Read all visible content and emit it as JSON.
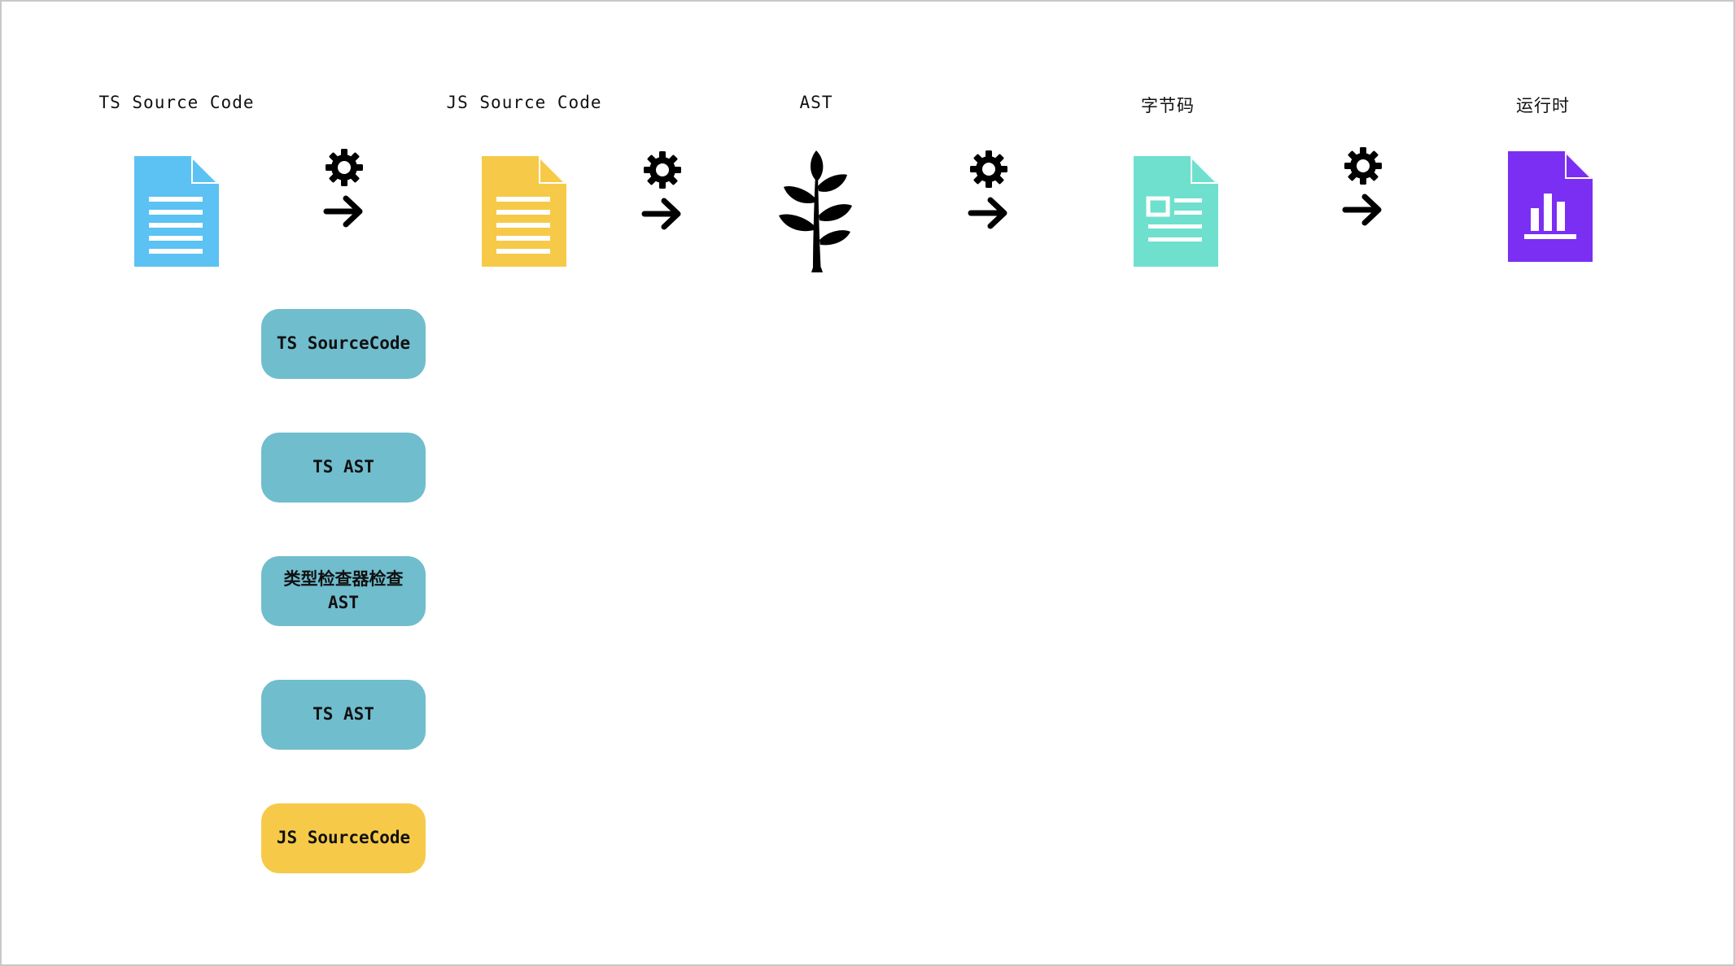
{
  "stages": [
    {
      "label": "TS Source Code",
      "icon": "blue-document-icon",
      "color": "#5BC2F3"
    },
    {
      "label": "JS Source Code",
      "icon": "yellow-document-icon",
      "color": "#F6CA48"
    },
    {
      "label": "AST",
      "icon": "tree-icon",
      "color": "#000000"
    },
    {
      "label": "字节码",
      "icon": "teal-document-icon",
      "color": "#6FE0CE"
    },
    {
      "label": "运行时",
      "icon": "purple-chart-document-icon",
      "color": "#7B2FF2"
    }
  ],
  "transitions": [
    {
      "icon": "gear-arrow-icon"
    },
    {
      "icon": "gear-arrow-icon"
    },
    {
      "icon": "gear-arrow-icon"
    },
    {
      "icon": "gear-arrow-icon"
    }
  ],
  "steps": [
    {
      "label": "TS SourceCode",
      "color": "#70BDCE"
    },
    {
      "label": "TS AST",
      "color": "#70BDCE"
    },
    {
      "label": "类型检查器检查 AST",
      "color": "#70BDCE"
    },
    {
      "label": "TS AST",
      "color": "#70BDCE"
    },
    {
      "label": "JS SourceCode",
      "color": "#F6CA48"
    }
  ]
}
